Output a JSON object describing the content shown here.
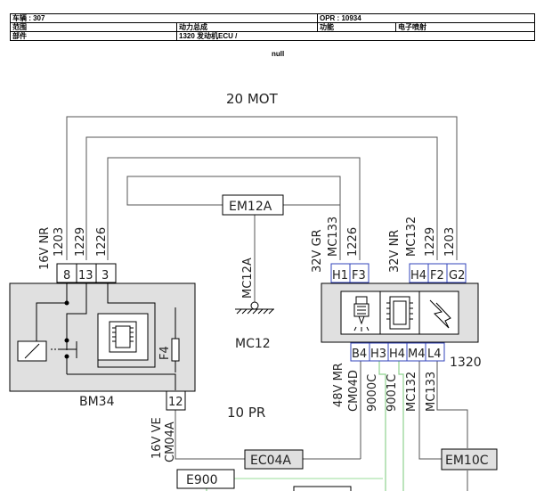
{
  "header": {
    "row1": {
      "vehicle": "车辆 : 307",
      "opr": "OPR : 10934"
    },
    "row2": {
      "scope_label": "范围",
      "scope_value": "动力总成",
      "function_label": "功能",
      "function_value": "电子喷射"
    },
    "row3": {
      "part_label": "部件",
      "part_value": "1320 发动机ECU /"
    },
    "null_text": "null"
  },
  "diagram": {
    "mot_label": "20 MOT",
    "pr_label": "10 PR",
    "bm34": {
      "name": "BM34",
      "pins": [
        "8",
        "13",
        "3"
      ],
      "pin_bottom": "12",
      "fuse": "F4",
      "wire_top": [
        "16V NR",
        "1203",
        "1229",
        "1226"
      ],
      "wire_bottom": [
        "16V VE",
        "CM04A"
      ]
    },
    "em12a": {
      "name": "EM12A",
      "wire": "MC12A",
      "ground": "MC12"
    },
    "ecu": {
      "name": "1320",
      "pins_top": [
        "H1",
        "F3",
        "H4",
        "F2",
        "G2"
      ],
      "pins_bottom": [
        "B4",
        "H3",
        "H4",
        "M4",
        "L4"
      ],
      "wire_top_left": [
        "32V GR",
        "MC133",
        "1226"
      ],
      "wire_top_right": [
        "32V NR",
        "MC132",
        "1229",
        "1203"
      ],
      "wire_bottom": [
        "48V MR",
        "CM04D",
        "9000C",
        "9001C",
        "MC132",
        "MC133"
      ]
    },
    "connectors": {
      "ec04a": "EC04A",
      "em10c": "EM10C",
      "e900": "E900"
    }
  }
}
